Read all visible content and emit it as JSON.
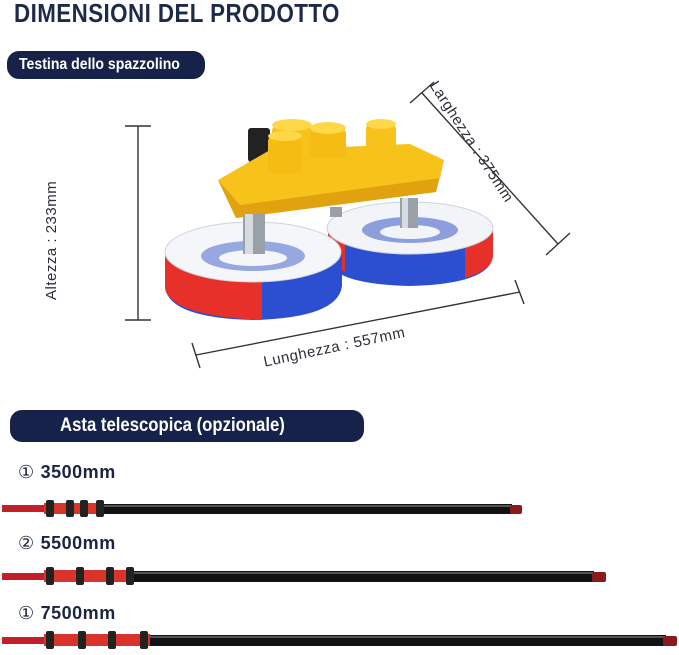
{
  "header": {
    "title": "DIMENSIONI DEL PRODOTTO"
  },
  "sections": {
    "brush_head": "Testina dello spazzolino",
    "pole": "Asta telescopica (opzionale)"
  },
  "dimensions": {
    "height": "Altezza :  233mm",
    "width": "Larghezza : 375mm",
    "length": "Lunghezza : 557mm"
  },
  "poles": [
    {
      "marker": "①",
      "length": "3500mm"
    },
    {
      "marker": "②",
      "length": "5500mm"
    },
    {
      "marker": "①",
      "length": "7500mm"
    }
  ],
  "colors": {
    "label_bg": "#16224a",
    "housing": "#f7c21a",
    "bristle_red": "#e8302a",
    "bristle_blue": "#2b4fd0",
    "pole_grip": "#e23a2e",
    "pole_shaft": "#111111"
  }
}
